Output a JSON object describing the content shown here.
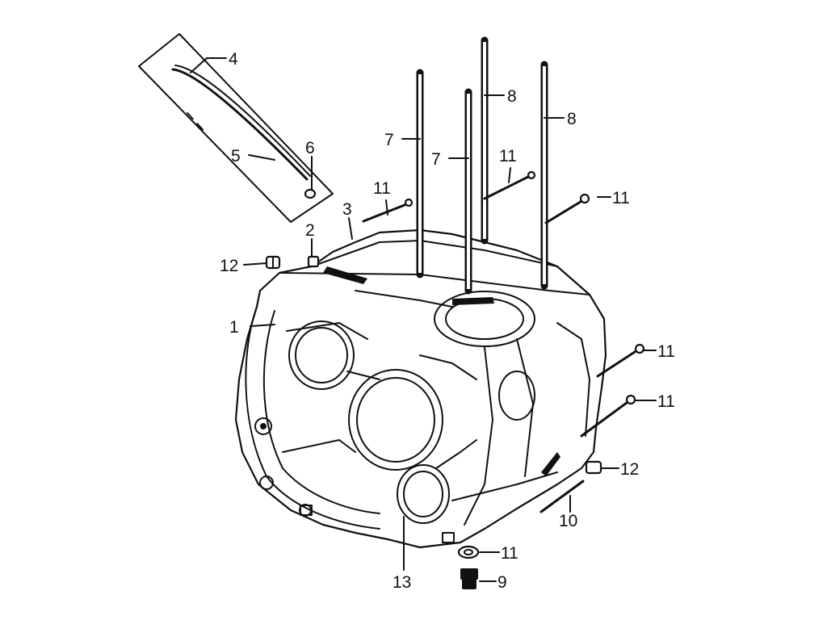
{
  "callouts": [
    {
      "id": "c1",
      "text": "1"
    },
    {
      "id": "c2",
      "text": "2"
    },
    {
      "id": "c3",
      "text": "3"
    },
    {
      "id": "c4",
      "text": "4"
    },
    {
      "id": "c5",
      "text": "5"
    },
    {
      "id": "c6",
      "text": "6"
    },
    {
      "id": "c7a",
      "text": "7"
    },
    {
      "id": "c7b",
      "text": "7"
    },
    {
      "id": "c8a",
      "text": "8"
    },
    {
      "id": "c8b",
      "text": "8"
    },
    {
      "id": "c9",
      "text": "9"
    },
    {
      "id": "c10",
      "text": "10"
    },
    {
      "id": "c11a",
      "text": "11"
    },
    {
      "id": "c11b",
      "text": "11"
    },
    {
      "id": "c11c",
      "text": "11"
    },
    {
      "id": "c11d",
      "text": "11"
    },
    {
      "id": "c11e",
      "text": "11"
    },
    {
      "id": "c11f",
      "text": "11"
    },
    {
      "id": "c12a",
      "text": "12"
    },
    {
      "id": "c12b",
      "text": "12"
    },
    {
      "id": "c13",
      "text": "13"
    }
  ]
}
